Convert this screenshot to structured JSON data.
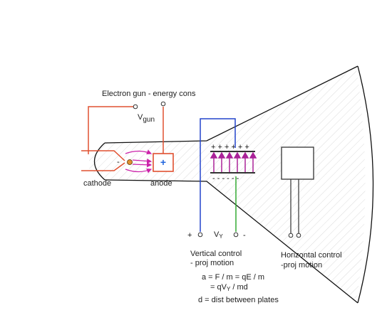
{
  "labels": {
    "electron_gun": "Electron gun - energy cons",
    "vgun_main": "V",
    "vgun_sub": "gun",
    "cathode": "cathode",
    "anode": "anode",
    "cathode_sign": "-",
    "anode_sign": "+",
    "vy_plus": "+",
    "vy_main": "V",
    "vy_sub": "Y",
    "vy_minus": "-",
    "plate_top_charges": "+ + + + + +",
    "plate_bottom_charges": "- - - - - -",
    "vertical_control_1": "Vertical control",
    "vertical_control_2": "- proj motion",
    "horizontal_control_1": "Horizontal control",
    "horizontal_control_2": "-proj motion",
    "eq_line1": "a = F / m = qE / m",
    "eq_line2a": "= qV",
    "eq_line2_sub": "Y",
    "eq_line2b": "/ md",
    "eq_line3": "d = dist between plates"
  },
  "colors": {
    "tube_outline": "#111111",
    "gun_wires": "#e05030",
    "electron_beam": "#cc22aa",
    "field_arrows": "#aa2299",
    "vertical_wire_blue": "#2244cc",
    "vertical_wire_green": "#33aa33",
    "anode_fill": "#ffffff",
    "anode_border": "#e05030",
    "anode_plus": "#2266dd",
    "plates": "#333333",
    "hatching": "#d8d8d8"
  }
}
